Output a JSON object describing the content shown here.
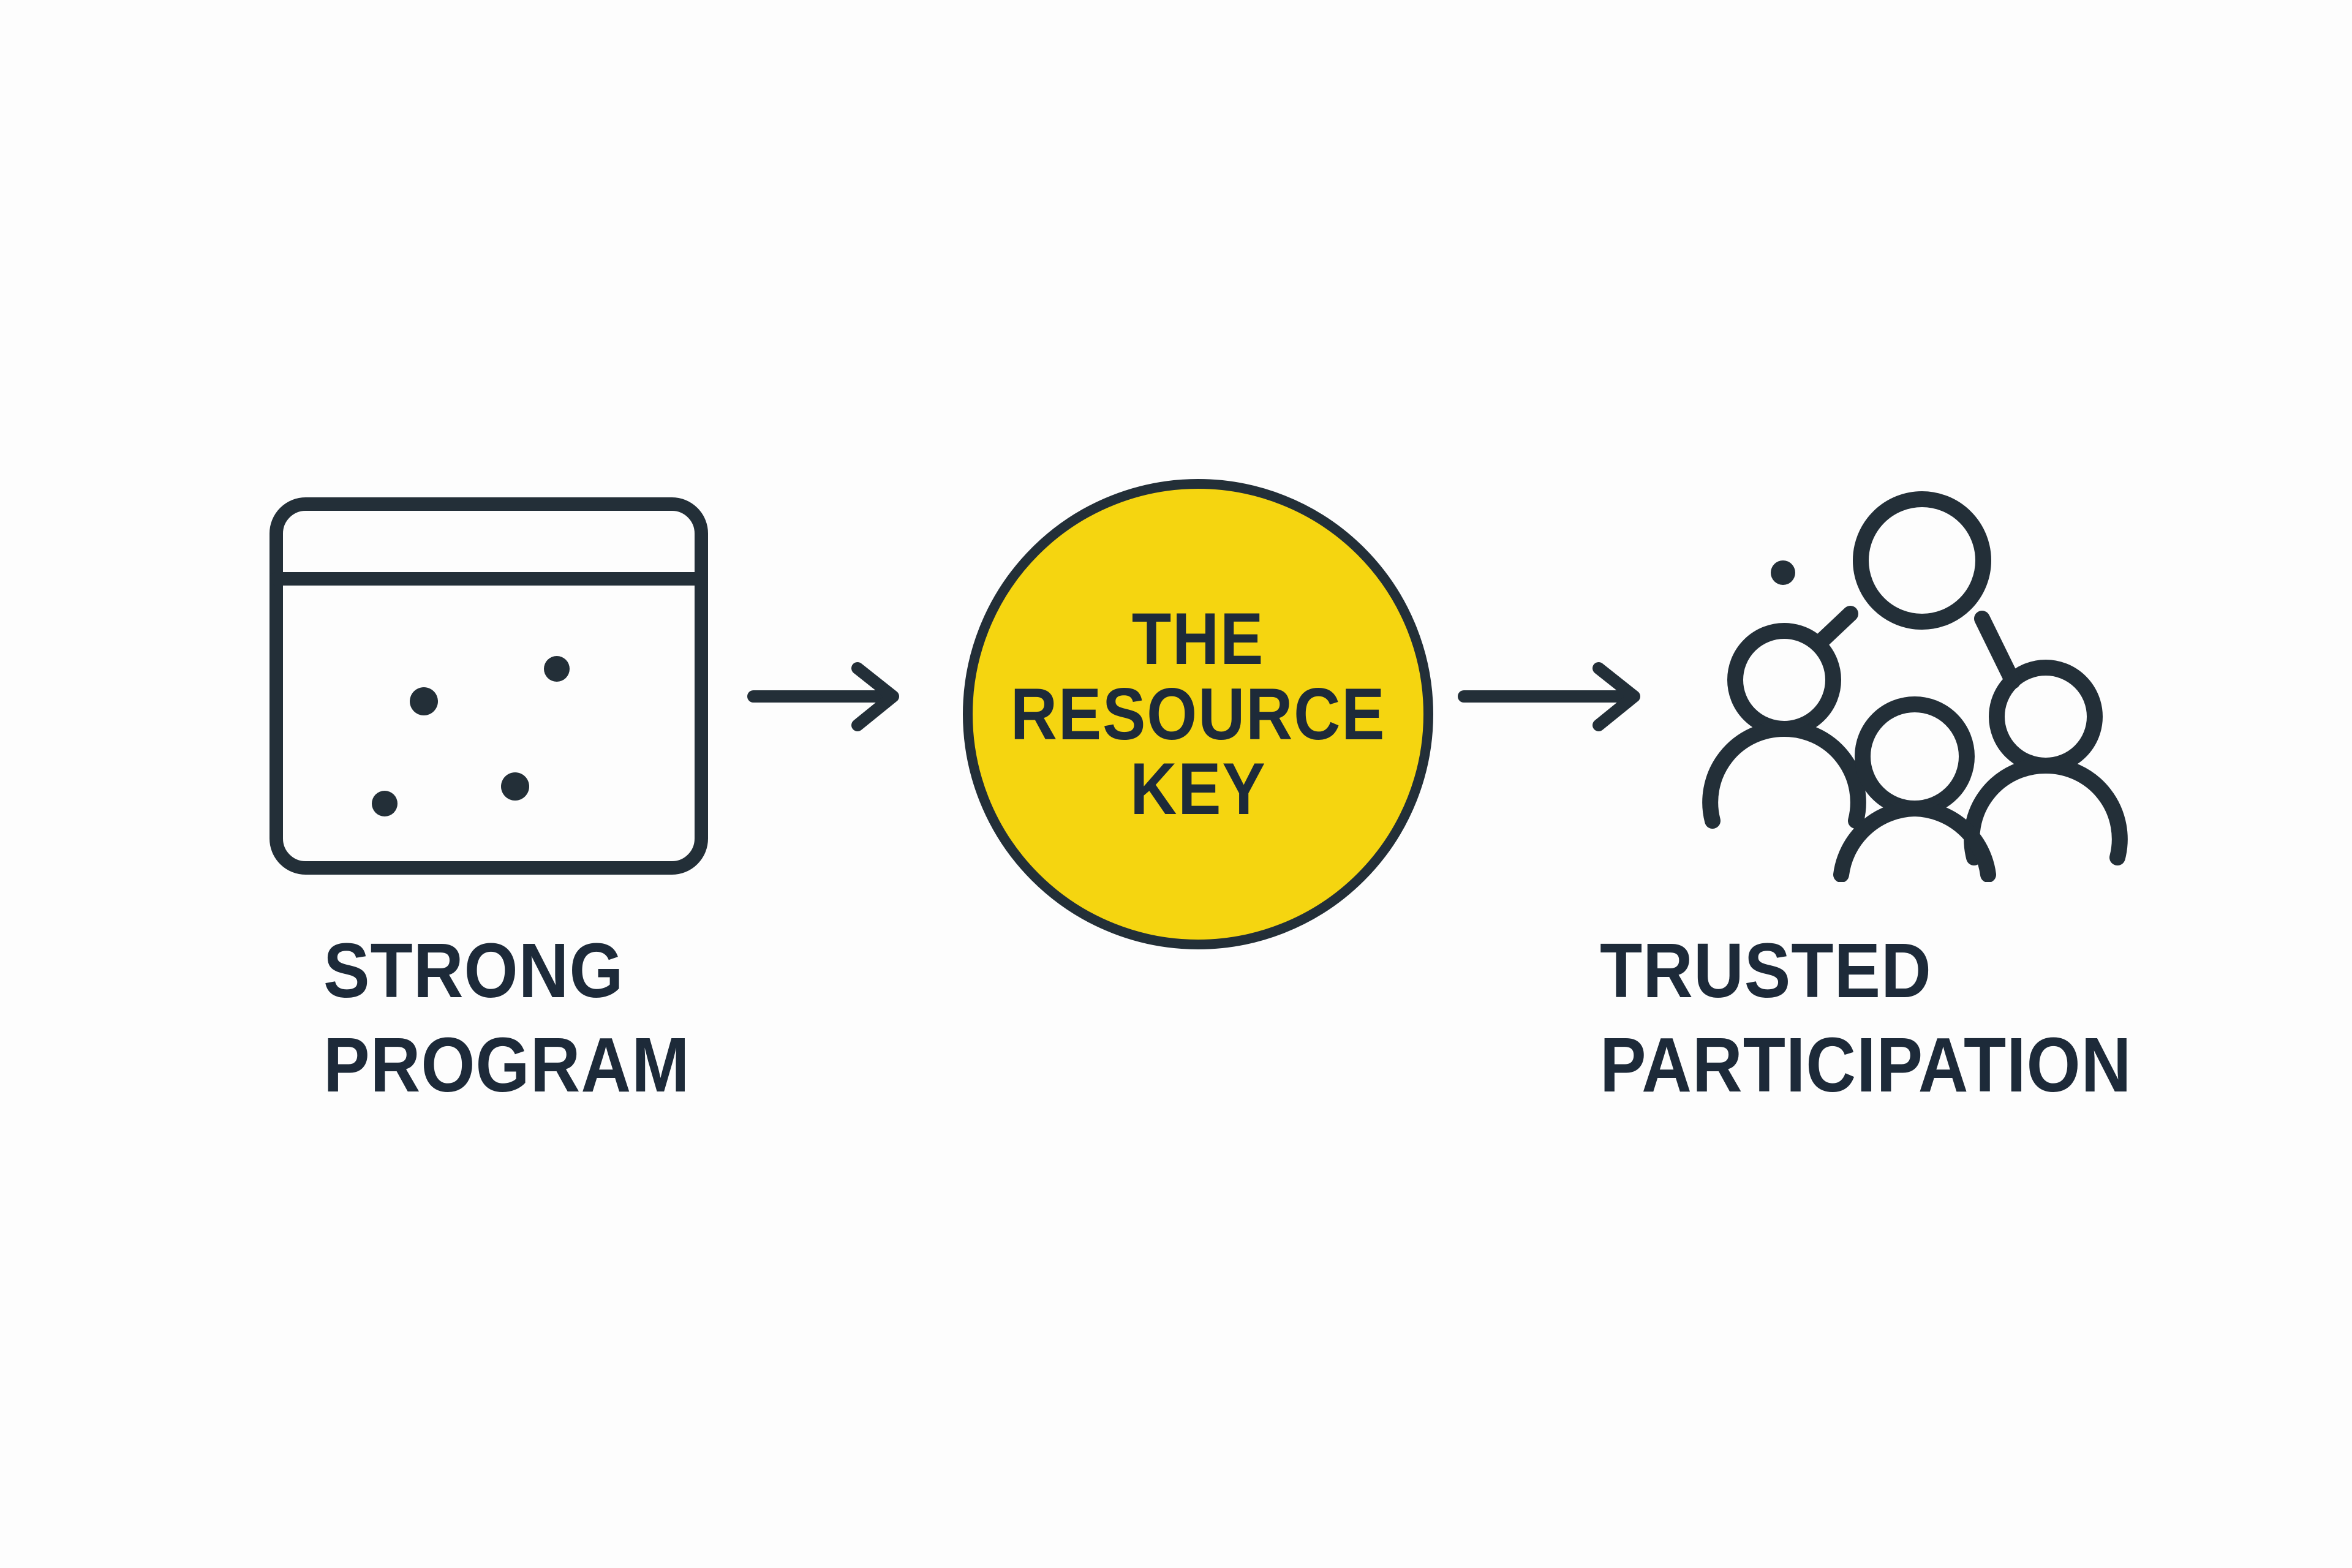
{
  "diagram": {
    "title": "The Resource Key",
    "background_color": "#fdfdfd",
    "ink_color": "#232f38",
    "accent_color": "#f5d510",
    "flow_direction": "left-to-right",
    "steps": [
      {
        "id": "strong-program",
        "icon": "calendar-board-icon",
        "caption_line_1": "STRONG",
        "caption_line_2": "PROGRAM"
      },
      {
        "id": "the-resource-key",
        "icon": "yellow-circle-badge",
        "badge_line_1": "THE",
        "badge_line_2": "RESOURCE",
        "badge_line_3": "KEY"
      },
      {
        "id": "trusted-participation",
        "icon": "group-of-people-icon",
        "caption_line_1": "TRUSTED",
        "caption_line_2": "PARTICIPATION"
      }
    ],
    "connectors": [
      {
        "id": "arrow-1",
        "icon": "arrow-right-icon",
        "from": "strong-program",
        "to": "the-resource-key"
      },
      {
        "id": "arrow-2",
        "icon": "arrow-right-icon",
        "from": "the-resource-key",
        "to": "trusted-participation"
      }
    ]
  }
}
